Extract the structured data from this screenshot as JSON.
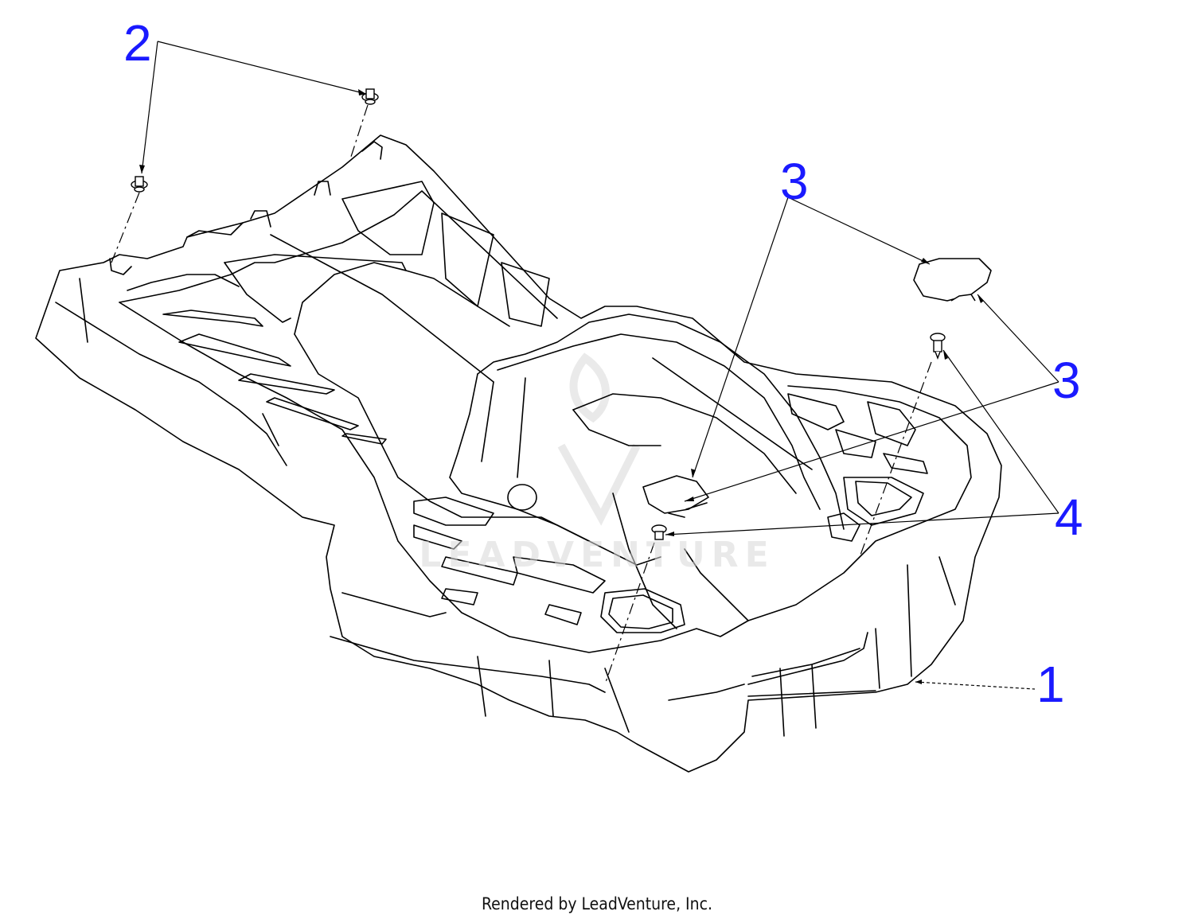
{
  "diagram": {
    "callouts": [
      "2",
      "3",
      "3",
      "4",
      "1"
    ],
    "watermark_text": "LEADVENTURE",
    "footer_text": "Rendered by LeadVenture, Inc.",
    "colors": {
      "line": "#000000",
      "callout": "#1a1aff",
      "watermark": "#d8d8d8",
      "background": "#ffffff"
    }
  }
}
